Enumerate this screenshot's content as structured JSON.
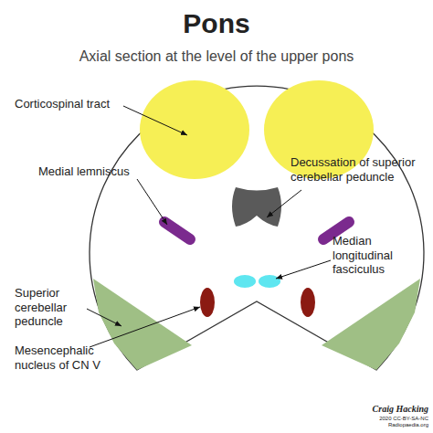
{
  "diagram": {
    "title": "Pons",
    "labels": [
      "Axial section at the level of the upper pons",
      "Corticospinal tract",
      "Medial lemniscus",
      "Decussation of superior cerebellar peduncle",
      "Median longitudinal fasciculus",
      "Superior cerebellar peduncle",
      "Mesencephalic nucleus of CN V",
      "Craig Hacking",
      "2020 CC-BY-SA-NC Radiopaedia.org"
    ]
  }
}
